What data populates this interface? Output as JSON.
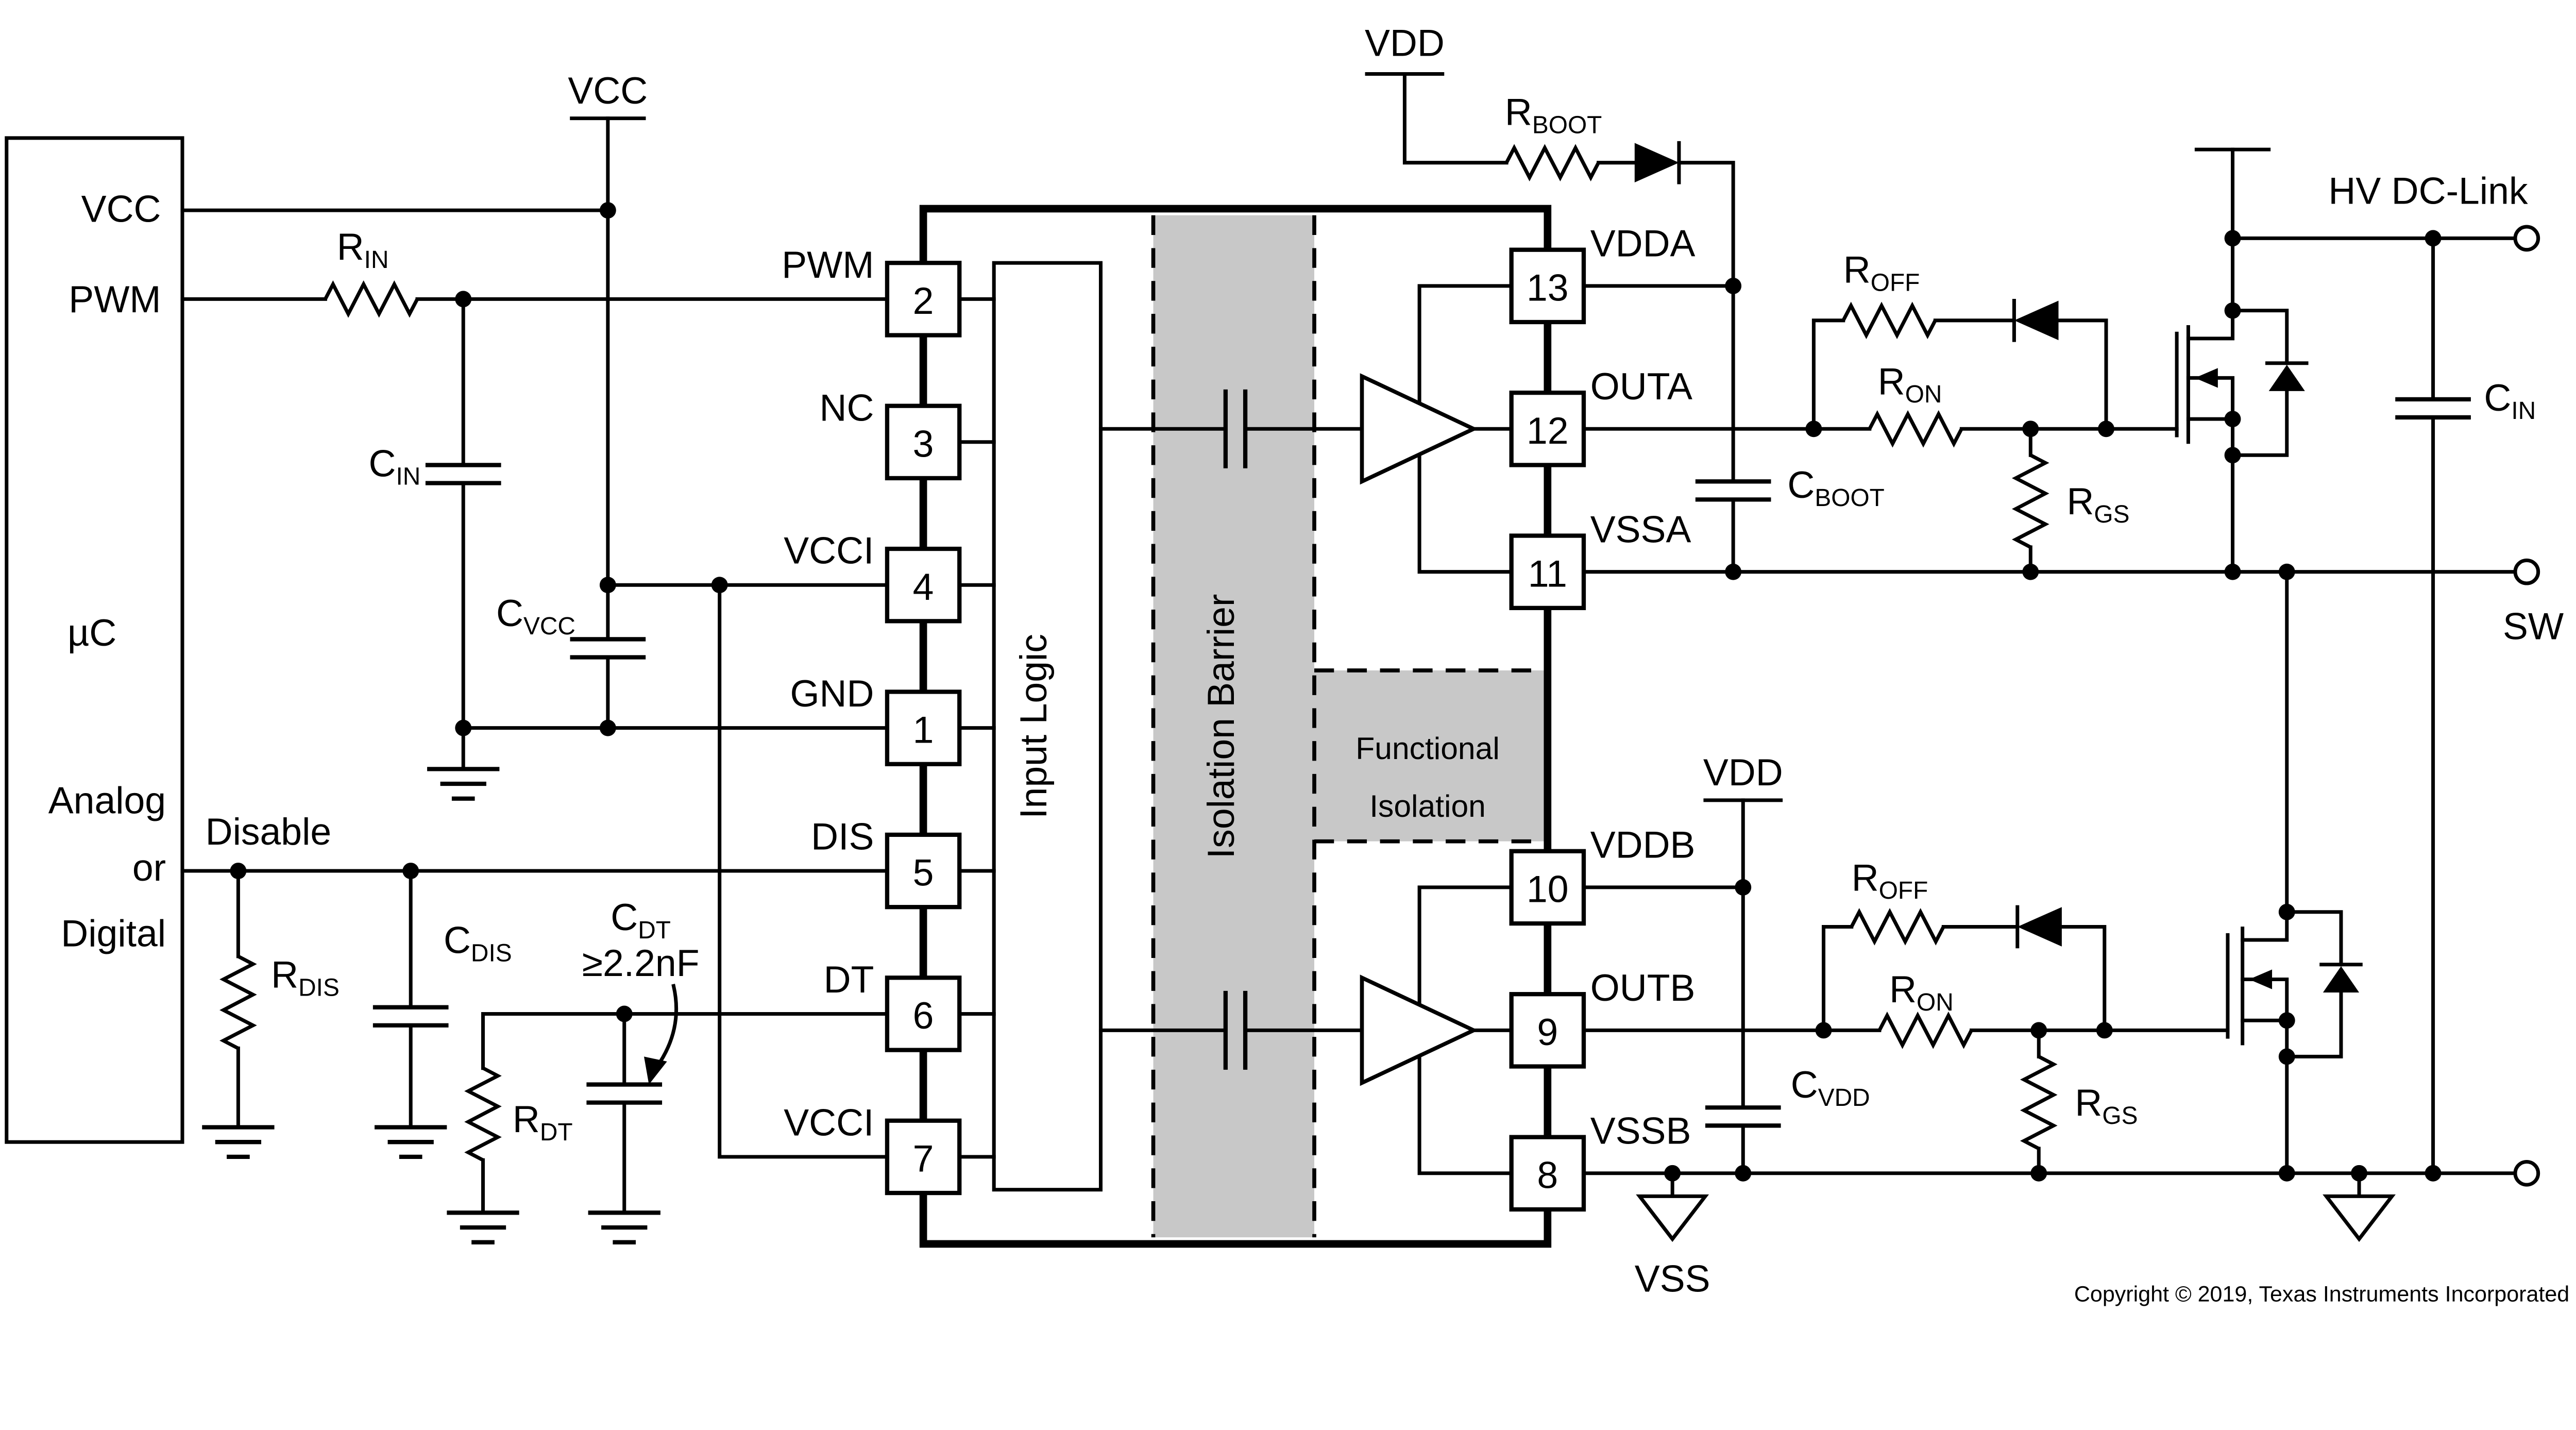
{
  "mcu": {
    "label": "µC",
    "pin_vcc": "VCC",
    "pin_pwm": "PWM",
    "analog1": "Analog",
    "analog2": "or",
    "analog3": "Digital"
  },
  "nets": {
    "vcc": "VCC",
    "vdd_a": "VDD",
    "vdd_b": "VDD",
    "disable": "Disable",
    "hv_dc_link": "HV DC-Link",
    "sw": "SW",
    "vss": "VSS"
  },
  "ic": {
    "input_logic": "Input Logic",
    "isolation_barrier": "Isolation Barrier",
    "functional_isolation_1": "Functional",
    "functional_isolation_2": "Isolation",
    "left_pins": [
      {
        "num": "2",
        "name": "PWM"
      },
      {
        "num": "3",
        "name": "NC"
      },
      {
        "num": "4",
        "name": "VCCI"
      },
      {
        "num": "1",
        "name": "GND"
      },
      {
        "num": "5",
        "name": "DIS"
      },
      {
        "num": "6",
        "name": "DT"
      },
      {
        "num": "7",
        "name": "VCCI"
      }
    ],
    "right_pins": [
      {
        "num": "13",
        "name": "VDDA"
      },
      {
        "num": "12",
        "name": "OUTA"
      },
      {
        "num": "11",
        "name": "VSSA"
      },
      {
        "num": "10",
        "name": "VDDB"
      },
      {
        "num": "9",
        "name": "OUTB"
      },
      {
        "num": "8",
        "name": "VSSB"
      }
    ]
  },
  "components": {
    "r_in": {
      "b": "R",
      "s": "IN"
    },
    "c_in_left": {
      "b": "C",
      "s": "IN"
    },
    "c_vcc": {
      "b": "C",
      "s": "VCC"
    },
    "r_dis": {
      "b": "R",
      "s": "DIS"
    },
    "c_dis": {
      "b": "C",
      "s": "DIS"
    },
    "r_dt": {
      "b": "R",
      "s": "DT"
    },
    "c_dt": {
      "b": "C",
      "s": "DT",
      "value": "≥2.2nF"
    },
    "r_boot": {
      "b": "R",
      "s": "BOOT"
    },
    "c_boot": {
      "b": "C",
      "s": "BOOT"
    },
    "r_off_a": {
      "b": "R",
      "s": "OFF"
    },
    "r_on_a": {
      "b": "R",
      "s": "ON"
    },
    "r_gs_a": {
      "b": "R",
      "s": "GS"
    },
    "c_vdd": {
      "b": "C",
      "s": "VDD"
    },
    "r_off_b": {
      "b": "R",
      "s": "OFF"
    },
    "r_on_b": {
      "b": "R",
      "s": "ON"
    },
    "r_gs_b": {
      "b": "R",
      "s": "GS"
    },
    "c_in_right": {
      "b": "C",
      "s": "IN"
    }
  },
  "footer": {
    "copyright": "Copyright © 2019, Texas Instruments Incorporated"
  }
}
